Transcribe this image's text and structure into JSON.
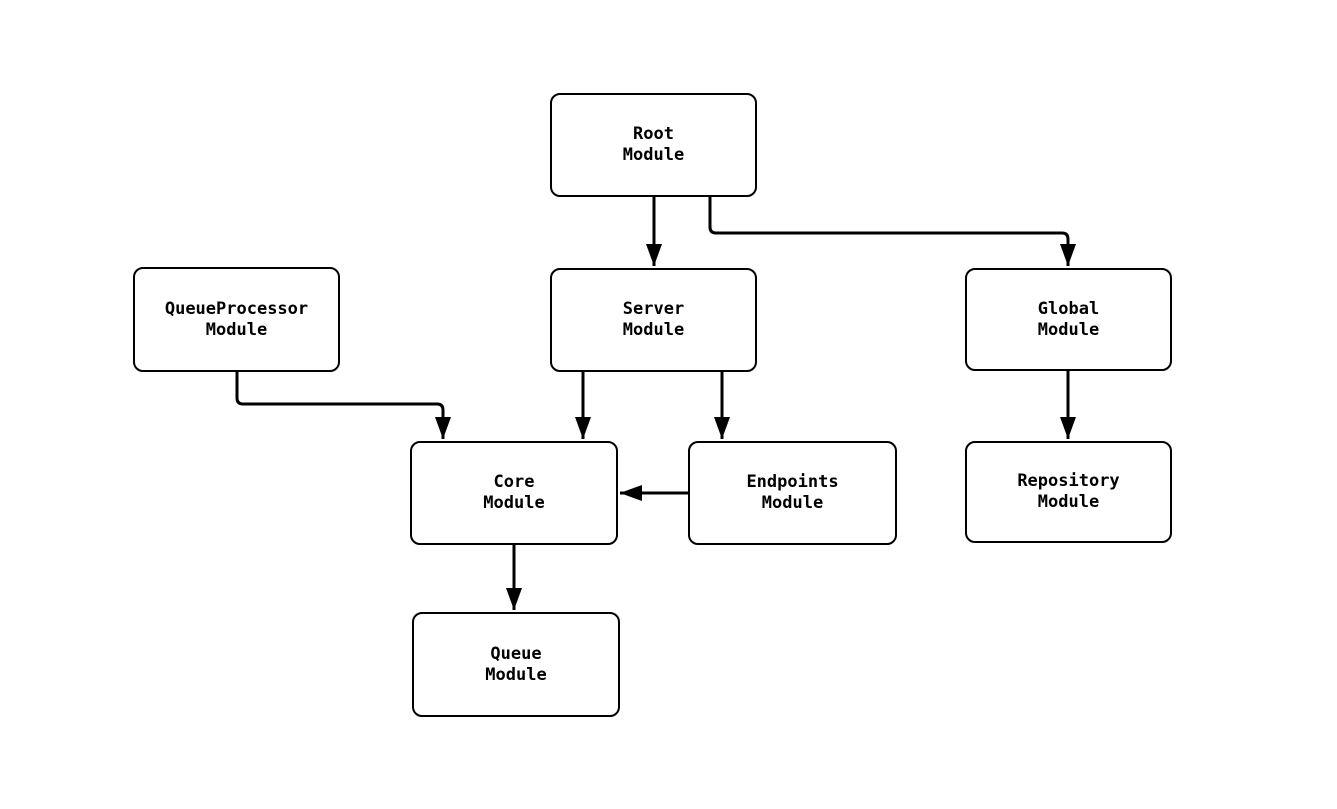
{
  "diagram": {
    "type": "module-dependency-flowchart",
    "background_color": "#ffffff",
    "stroke_color": "#000000",
    "node_fill_color": "#ffffff",
    "nodes": {
      "root": {
        "label": "Root\nModule"
      },
      "queue_processor": {
        "label": "QueueProcessor\nModule"
      },
      "server": {
        "label": "Server\nModule"
      },
      "global": {
        "label": "Global\nModule"
      },
      "core": {
        "label": "Core\nModule"
      },
      "endpoints": {
        "label": "Endpoints\nModule"
      },
      "repository": {
        "label": "Repository\nModule"
      },
      "queue": {
        "label": "Queue\nModule"
      }
    },
    "edges": [
      {
        "from": "Root Module",
        "to": "Server Module"
      },
      {
        "from": "Root Module",
        "to": "Global Module"
      },
      {
        "from": "QueueProcessor Module",
        "to": "Core Module"
      },
      {
        "from": "Server Module",
        "to": "Core Module"
      },
      {
        "from": "Server Module",
        "to": "Endpoints Module"
      },
      {
        "from": "Endpoints Module",
        "to": "Core Module"
      },
      {
        "from": "Global Module",
        "to": "Repository Module"
      },
      {
        "from": "Core Module",
        "to": "Queue Module"
      }
    ]
  }
}
